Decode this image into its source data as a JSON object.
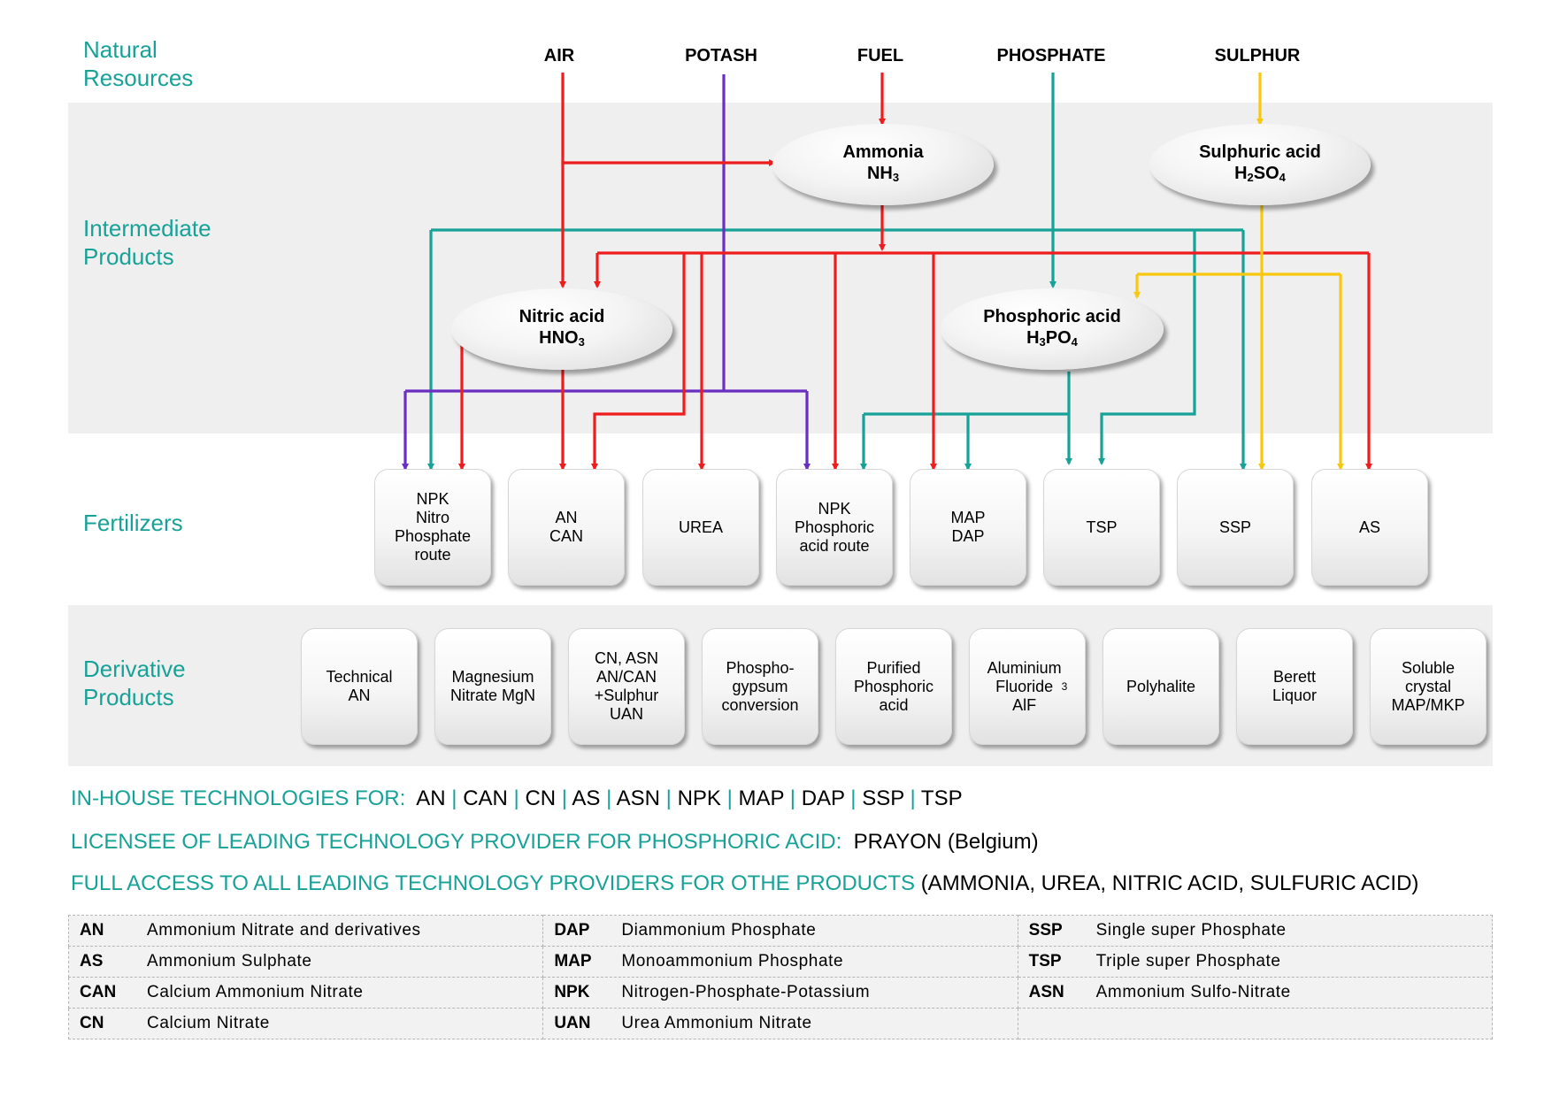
{
  "section_labels": {
    "natural_resources": "Natural\nResources",
    "intermediate_products": "Intermediate\nProducts",
    "fertilizers": "Fertilizers",
    "derivative_products": "Derivative\nProducts"
  },
  "resources": [
    "AIR",
    "POTASH",
    "FUEL",
    "PHOSPHATE",
    "SULPHUR"
  ],
  "intermediates": {
    "ammonia": {
      "name": "Ammonia",
      "formula_main": "NH",
      "formula_sub": "3"
    },
    "sulphuric_acid": {
      "name": "Sulphuric acid",
      "f1": "H",
      "s1": "2",
      "f2": "SO",
      "s2": "4"
    },
    "nitric_acid": {
      "name": "Nitric acid",
      "f1": "HNO",
      "s1": "3"
    },
    "phosphoric_acid": {
      "name": "Phosphoric acid",
      "f1": "H",
      "s1": "3",
      "f2": "PO",
      "s2": "4"
    }
  },
  "fertilizers": [
    "NPK\nNitro\nPhosphate\nroute",
    "AN\nCAN",
    "UREA",
    "NPK\nPhosphoric\nacid route",
    "MAP\nDAP",
    "TSP",
    "SSP",
    "AS"
  ],
  "derivatives": {
    "technical_an": "Technical\nAN",
    "magnesium_nitrate": "Magnesium\nNitrate MgN",
    "cn_asn": "CN, ASN\nAN/CAN\n+Sulphur\nUAN",
    "phosphogypsum": "Phospho-\ngypsum\nconversion",
    "purified_phosphoric": "Purified\nPhosphoric\nacid",
    "aluminium_fluoride": "Aluminium\nFluoride\nAlF",
    "aluminium_fluoride_sub": "3",
    "polyhalite": "Polyhalite",
    "berett": "Berett\nLiquor",
    "soluble_crystal": "Soluble\ncrystal\nMAP/MKP"
  },
  "technologies": {
    "in_house_label": "IN-HOUSE TECHNOLOGIES FOR:",
    "in_house_items": [
      "AN",
      "CAN",
      "CN",
      "AS",
      "ASN",
      "NPK",
      "MAP",
      "DAP",
      "SSP",
      "TSP"
    ],
    "separator": "|",
    "licensee_label": "LICENSEE OF LEADING TECHNOLOGY PROVIDER FOR PHOSPHORIC ACID:",
    "licensee_value": "PRAYON (Belgium)",
    "full_access_label": "FULL ACCESS TO ALL LEADING TECHNOLOGY PROVIDERS FOR OTHE PRODUCTS",
    "full_access_value": "(AMMONIA, UREA, NITRIC ACID, SULFURIC ACID)"
  },
  "legend": [
    [
      {
        "abbr": "AN",
        "full": "Ammonium Nitrate and derivatives"
      },
      {
        "abbr": "DAP",
        "full": "Diammonium Phosphate"
      },
      {
        "abbr": "SSP",
        "full": "Single super Phosphate"
      }
    ],
    [
      {
        "abbr": "AS",
        "full": "Ammonium Sulphate"
      },
      {
        "abbr": "MAP",
        "full": "Monoammonium Phosphate"
      },
      {
        "abbr": "TSP",
        "full": "Triple super Phosphate"
      }
    ],
    [
      {
        "abbr": "CAN",
        "full": "Calcium Ammonium Nitrate"
      },
      {
        "abbr": "NPK",
        "full": "Nitrogen-Phosphate-Potassium"
      },
      {
        "abbr": "ASN",
        "full": "Ammonium Sulfo-Nitrate"
      }
    ],
    [
      {
        "abbr": "CN",
        "full": "Calcium Nitrate"
      },
      {
        "abbr": "UAN",
        "full": "Urea Ammonium Nitrate"
      },
      {
        "abbr": "",
        "full": ""
      }
    ]
  ],
  "colors": {
    "accent_teal": "#17a298",
    "flow_red": "#ee1c1c",
    "flow_purple": "#6a2fc2",
    "flow_teal": "#17a298",
    "flow_yellow": "#f9c80e"
  }
}
